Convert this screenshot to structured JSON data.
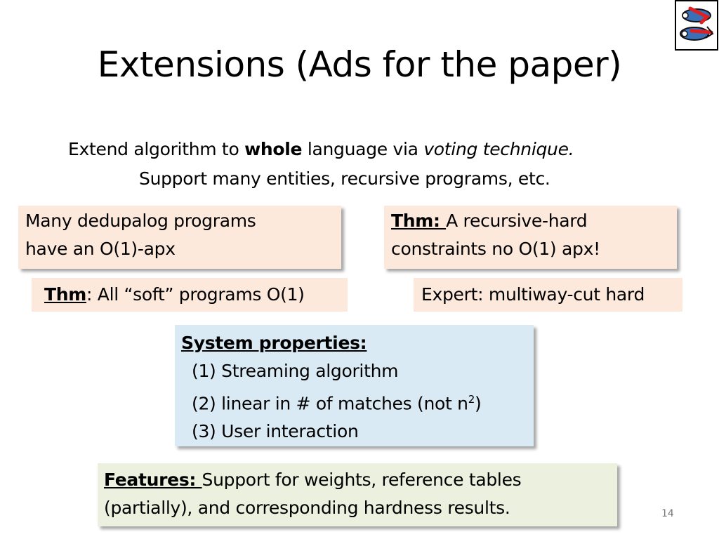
{
  "slide": {
    "title": "Extensions (Ads for the paper)",
    "intro": {
      "pre": "Extend algorithm to ",
      "bold": "whole",
      "mid": " language via ",
      "italic": "voting technique.",
      "line2": "Support many entities, recursive programs, etc."
    },
    "box_dedupalog": {
      "line1": "Many dedupalog programs",
      "line2": "have an O(1)-apx"
    },
    "box_soft": {
      "label": "Thm",
      "text": ": All “soft” programs  O(1)"
    },
    "box_recursive": {
      "label": "Thm: ",
      "line1": " A recursive-hard",
      "line2": "constraints no O(1) apx!"
    },
    "box_expert": {
      "text": "Expert: multiway-cut hard"
    },
    "box_system": {
      "heading": "System properties:",
      "item1": "(1) Streaming algorithm",
      "item2": "(2) linear in # of matches (not n",
      "item2_sup": "2",
      "item2_end": ")",
      "item3": "(3) User interaction"
    },
    "box_features": {
      "label": "Features: ",
      "line1": "Support for weights, reference tables",
      "line2": "(partially), and corresponding hardness results."
    },
    "page_number": "14",
    "logo_icon": "puzzle-logo-icon"
  }
}
